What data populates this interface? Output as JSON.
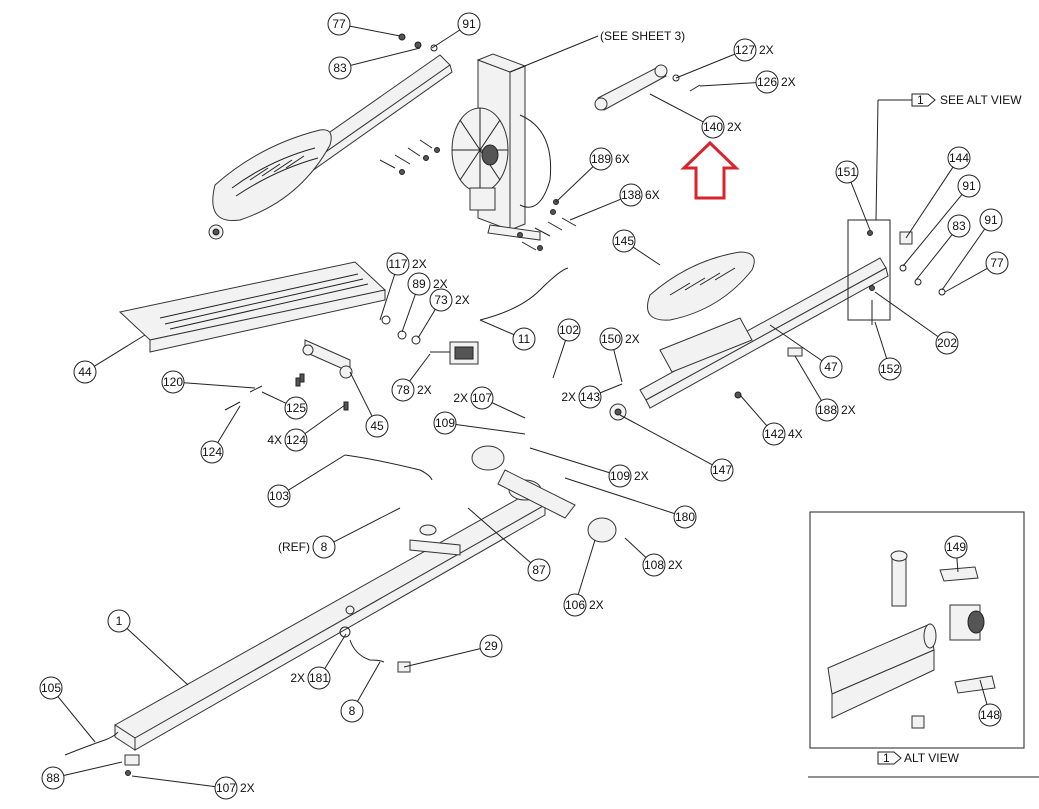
{
  "drawing": {
    "see_sheet_note": "(SEE SHEET 3)",
    "see_alt_view_note": "SEE ALT VIEW",
    "alt_view_caption": "ALT VIEW",
    "alt_view_flag": "1",
    "highlight_color": "#d9232d"
  },
  "callouts": [
    {
      "id": "c77a",
      "num": "77",
      "qty": ""
    },
    {
      "id": "c91a",
      "num": "91",
      "qty": ""
    },
    {
      "id": "c83a",
      "num": "83",
      "qty": ""
    },
    {
      "id": "c127",
      "num": "127",
      "qty": "2X"
    },
    {
      "id": "c126",
      "num": "126",
      "qty": "2X"
    },
    {
      "id": "c140",
      "num": "140",
      "qty": "2X"
    },
    {
      "id": "c189",
      "num": "189",
      "qty": "6X"
    },
    {
      "id": "c138",
      "num": "138",
      "qty": "6X"
    },
    {
      "id": "c151",
      "num": "151",
      "qty": ""
    },
    {
      "id": "c144",
      "num": "144",
      "qty": ""
    },
    {
      "id": "c91b",
      "num": "91",
      "qty": ""
    },
    {
      "id": "c83b",
      "num": "83",
      "qty": ""
    },
    {
      "id": "c91c",
      "num": "91",
      "qty": ""
    },
    {
      "id": "c77b",
      "num": "77",
      "qty": ""
    },
    {
      "id": "c145",
      "num": "145",
      "qty": ""
    },
    {
      "id": "c117",
      "num": "117",
      "qty": "2X"
    },
    {
      "id": "c89",
      "num": "89",
      "qty": "2X"
    },
    {
      "id": "c73",
      "num": "73",
      "qty": "2X"
    },
    {
      "id": "c11",
      "num": "11",
      "qty": ""
    },
    {
      "id": "c102",
      "num": "102",
      "qty": ""
    },
    {
      "id": "c44",
      "num": "44",
      "qty": ""
    },
    {
      "id": "c150",
      "num": "150",
      "qty": "2X"
    },
    {
      "id": "c143",
      "num": "143",
      "qty": "2X"
    },
    {
      "id": "c202",
      "num": "202",
      "qty": ""
    },
    {
      "id": "c47",
      "num": "47",
      "qty": ""
    },
    {
      "id": "c152",
      "num": "152",
      "qty": ""
    },
    {
      "id": "c120",
      "num": "120",
      "qty": ""
    },
    {
      "id": "c125",
      "num": "125",
      "qty": ""
    },
    {
      "id": "c78",
      "num": "78",
      "qty": "2X"
    },
    {
      "id": "c107a",
      "num": "107",
      "qty": "2X"
    },
    {
      "id": "c188",
      "num": "188",
      "qty": "2X"
    },
    {
      "id": "c124a",
      "num": "124",
      "qty": ""
    },
    {
      "id": "c124b",
      "num": "124",
      "qty": "4X"
    },
    {
      "id": "c45",
      "num": "45",
      "qty": ""
    },
    {
      "id": "c109a",
      "num": "109",
      "qty": ""
    },
    {
      "id": "c142",
      "num": "142",
      "qty": "4X"
    },
    {
      "id": "c147",
      "num": "147",
      "qty": ""
    },
    {
      "id": "c109b",
      "num": "109",
      "qty": "2X"
    },
    {
      "id": "c103",
      "num": "103",
      "qty": ""
    },
    {
      "id": "c180",
      "num": "180",
      "qty": ""
    },
    {
      "id": "c8a",
      "num": "8",
      "qty": "(REF)"
    },
    {
      "id": "c87",
      "num": "87",
      "qty": ""
    },
    {
      "id": "c108",
      "num": "108",
      "qty": "2X"
    },
    {
      "id": "c106",
      "num": "106",
      "qty": "2X"
    },
    {
      "id": "c149",
      "num": "149",
      "qty": ""
    },
    {
      "id": "c1",
      "num": "1",
      "qty": ""
    },
    {
      "id": "c29",
      "num": "29",
      "qty": ""
    },
    {
      "id": "c181",
      "num": "181",
      "qty": "2X"
    },
    {
      "id": "c105",
      "num": "105",
      "qty": ""
    },
    {
      "id": "c8b",
      "num": "8",
      "qty": ""
    },
    {
      "id": "c148",
      "num": "148",
      "qty": ""
    },
    {
      "id": "c88",
      "num": "88",
      "qty": ""
    },
    {
      "id": "c107b",
      "num": "107",
      "qty": "2X"
    }
  ]
}
